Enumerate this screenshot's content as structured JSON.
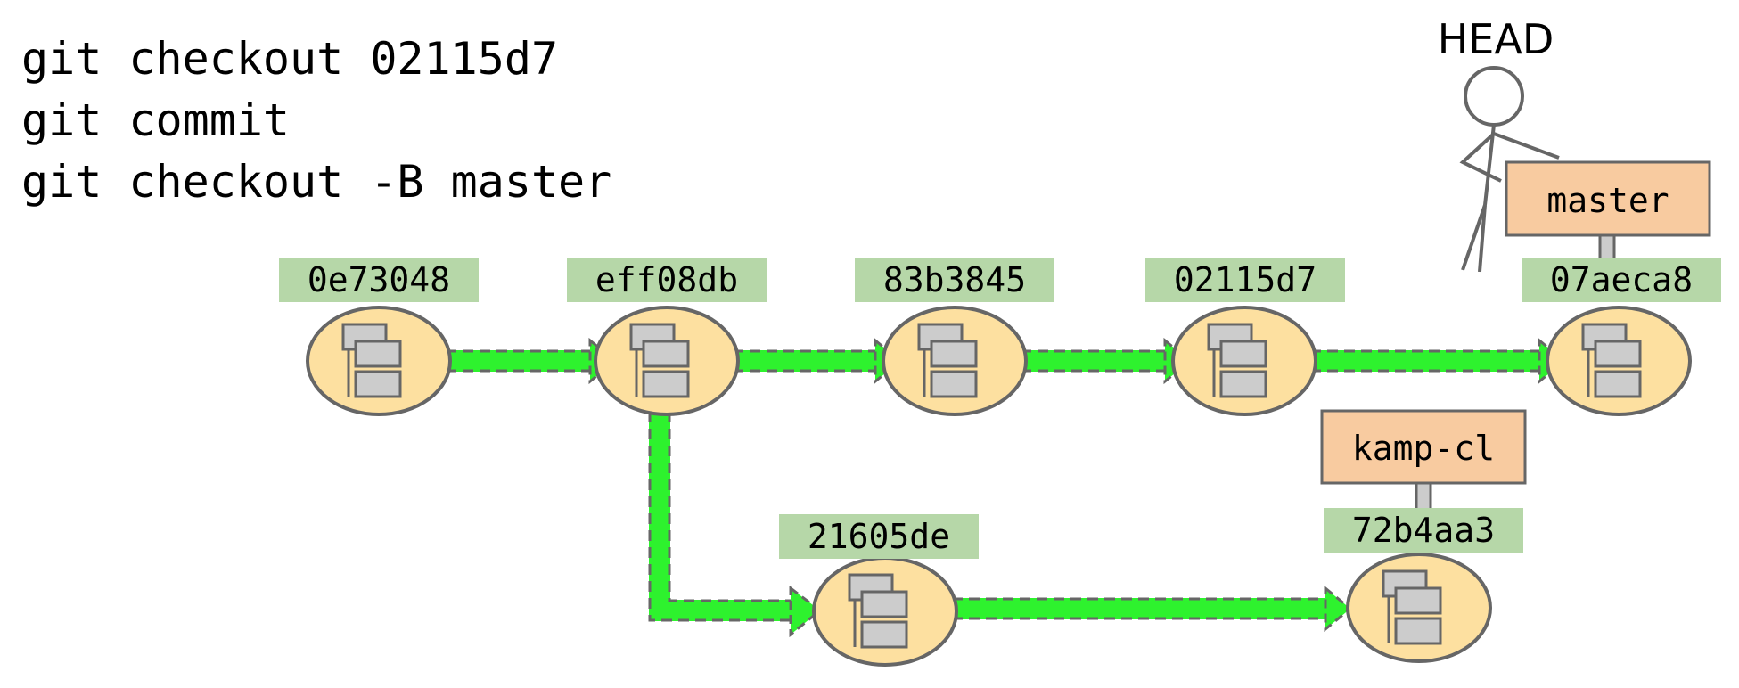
{
  "commands": [
    "git checkout 02115d7",
    "git commit",
    "git checkout -B master"
  ],
  "head_label": "HEAD",
  "commits": [
    {
      "id": "c1",
      "hash": "0e73048"
    },
    {
      "id": "c2",
      "hash": "eff08db"
    },
    {
      "id": "c3",
      "hash": "83b3845"
    },
    {
      "id": "c4",
      "hash": "02115d7"
    },
    {
      "id": "c5",
      "hash": "07aeca8"
    },
    {
      "id": "c6",
      "hash": "21605de"
    },
    {
      "id": "c7",
      "hash": "72b4aa3"
    }
  ],
  "branches": [
    {
      "id": "master",
      "label": "master",
      "commit": "07aeca8"
    },
    {
      "id": "kamp",
      "label": "kamp-cl",
      "commit": "72b4aa3"
    }
  ],
  "edges": [
    {
      "from": "0e73048",
      "to": "eff08db"
    },
    {
      "from": "eff08db",
      "to": "83b3845"
    },
    {
      "from": "83b3845",
      "to": "02115d7"
    },
    {
      "from": "02115d7",
      "to": "07aeca8"
    },
    {
      "from": "eff08db",
      "to": "21605de"
    },
    {
      "from": "21605de",
      "to": "72b4aa3"
    }
  ],
  "colors": {
    "commit_fill": "#fde0a0",
    "outline": "#666666",
    "hash_label_bg": "#b6d7a8",
    "branch_bg": "#f8cba0",
    "edge_green": "#2ef22e",
    "icon_gray": "#cccccc"
  }
}
